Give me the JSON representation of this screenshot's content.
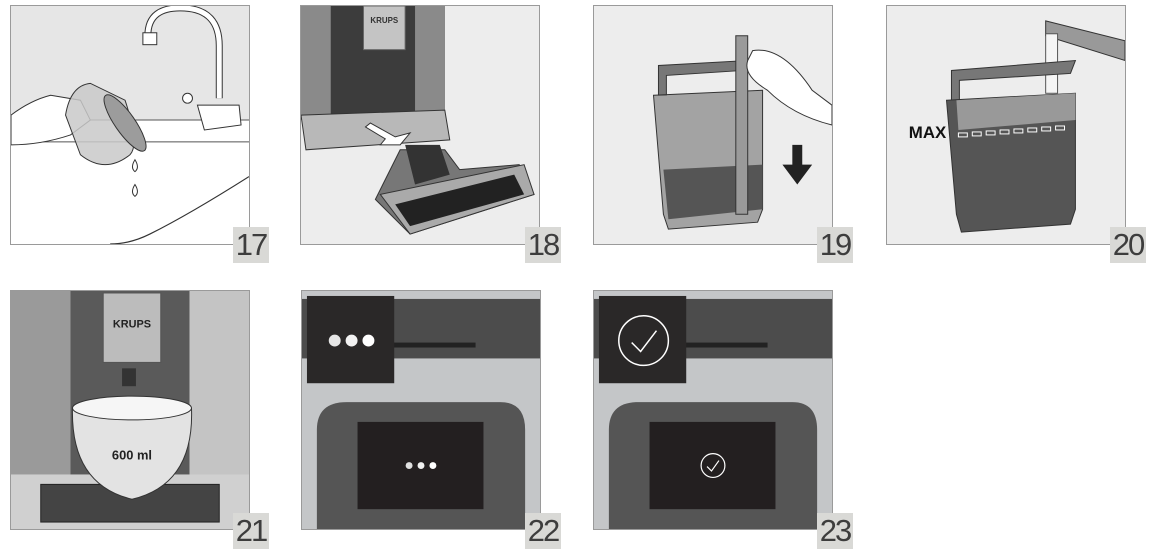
{
  "document": {
    "type": "instruction-step-illustrations",
    "steps": [
      {
        "number": "17",
        "description": "Rinse water tank cup under tap"
      },
      {
        "number": "18",
        "description": "Remove drip tray from machine"
      },
      {
        "number": "19",
        "description": "Push filter down into water tank"
      },
      {
        "number": "20",
        "description": "Fill water tank to MAX",
        "label": "MAX"
      },
      {
        "number": "21",
        "description": "Place 600 ml container under spout",
        "brand": "KRUPS",
        "label": "600 ml"
      },
      {
        "number": "22",
        "description": "Display shows progress dots",
        "icon": "progress-dots-icon"
      },
      {
        "number": "23",
        "description": "Display shows check mark",
        "icon": "check-circle-icon"
      }
    ],
    "brand_18": "KRUPS"
  }
}
